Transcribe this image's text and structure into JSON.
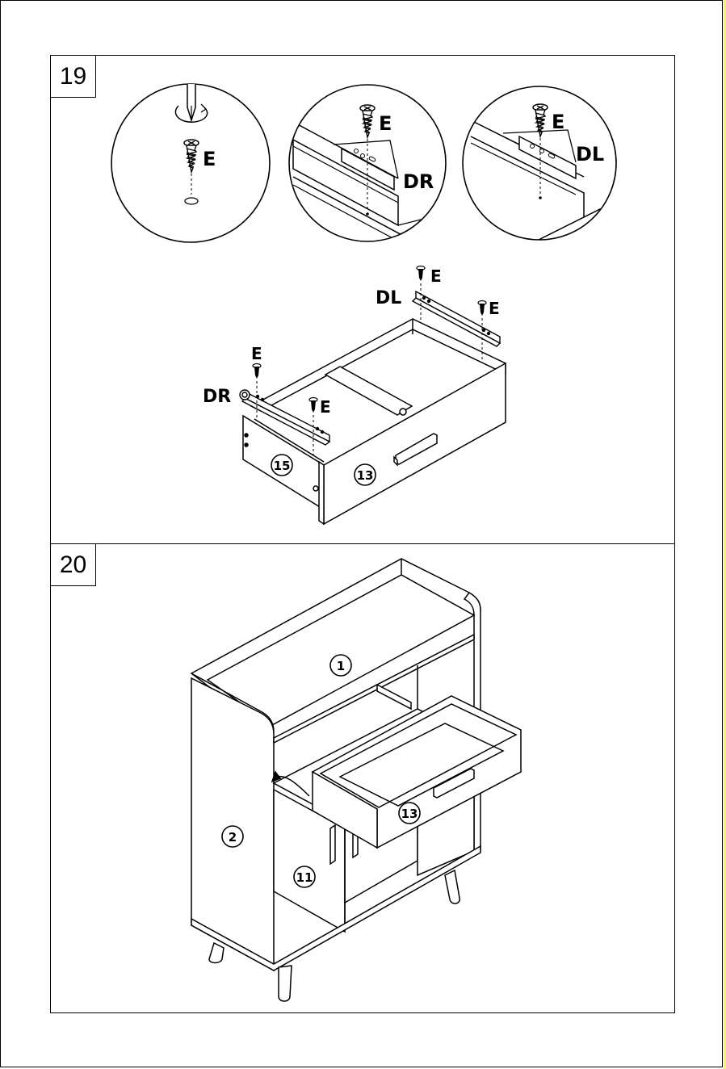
{
  "steps": [
    {
      "number": "19",
      "callouts": {
        "circle_left_screw": "E",
        "circle_mid_screw": "E",
        "circle_mid_rail": "DR",
        "circle_right_screw": "E",
        "circle_right_rail": "DL",
        "rail_left": "DR",
        "rail_right": "DL",
        "screw_top_right_1": "E",
        "screw_top_right_2": "E",
        "screw_left_1": "E",
        "screw_left_2": "E"
      },
      "parts": [
        "15",
        "13"
      ]
    },
    {
      "number": "20",
      "parts": [
        "1",
        "2",
        "11",
        "13"
      ]
    }
  ]
}
